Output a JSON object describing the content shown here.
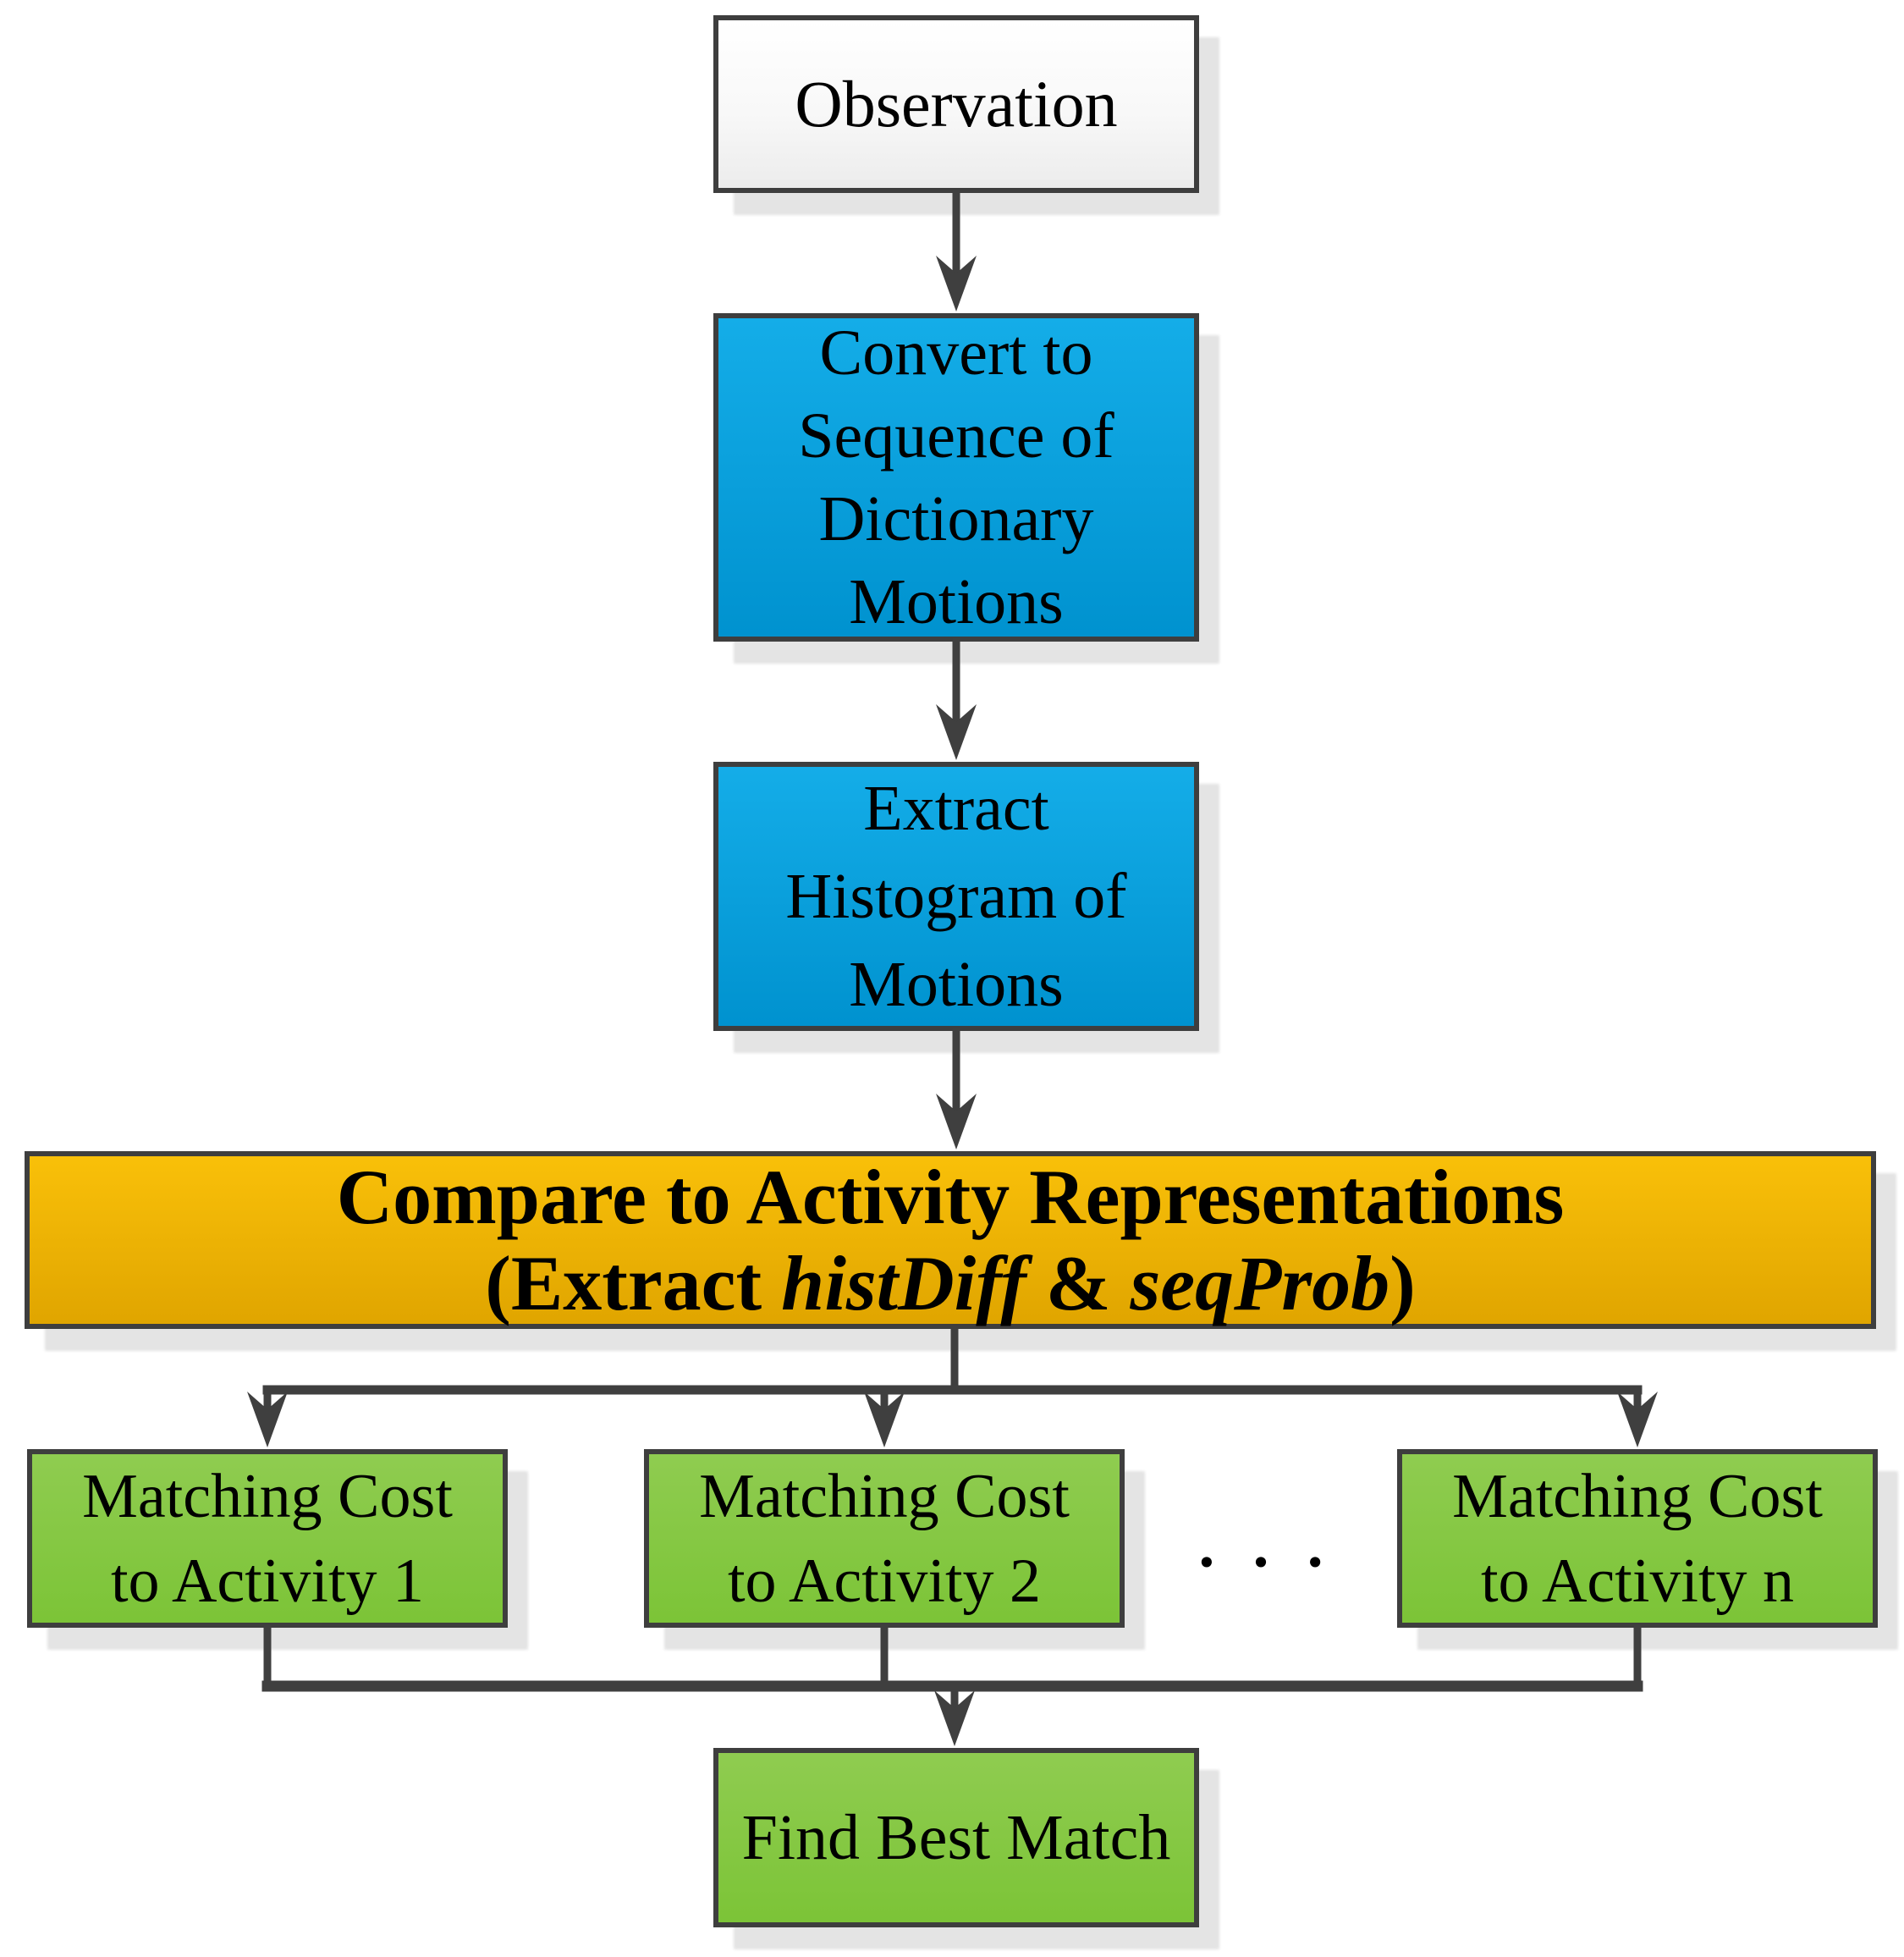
{
  "diagram": {
    "background_color": "#FFFFFF",
    "connector_color": "#3F3F3F",
    "ellipsis": "• • •",
    "nodes": {
      "observation": {
        "label": "Observation",
        "fill": "#F5F5F5",
        "border": "#3E3E3E"
      },
      "convert_to_sequence": {
        "lines": [
          "Convert to",
          "Sequence of",
          "Dictionary",
          "Motions"
        ],
        "fill": "#0AA3DE"
      },
      "extract_histogram": {
        "lines": [
          "Extract",
          "Histogram of",
          "Motions"
        ],
        "fill": "#0AA3DE"
      },
      "compare_to_activity": {
        "line1": "Compare to Activity Representations",
        "line2_parts": {
          "prefix": "(Extract ",
          "histdiff": "histDiff",
          "amp": " & ",
          "seqprob": "seqProb",
          "suffix": ")"
        },
        "fill": "#EFB200"
      },
      "matching_cost_1": {
        "lines": [
          "Matching Cost",
          "to Activity 1"
        ],
        "fill": "#85C843"
      },
      "matching_cost_2": {
        "lines": [
          "Matching Cost",
          "to Activity 2"
        ],
        "fill": "#85C843"
      },
      "matching_cost_n": {
        "lines": [
          "Matching Cost",
          "to Activity n"
        ],
        "fill": "#85C843"
      },
      "find_best_match": {
        "label": "Find Best Match",
        "fill": "#85C843"
      }
    }
  }
}
